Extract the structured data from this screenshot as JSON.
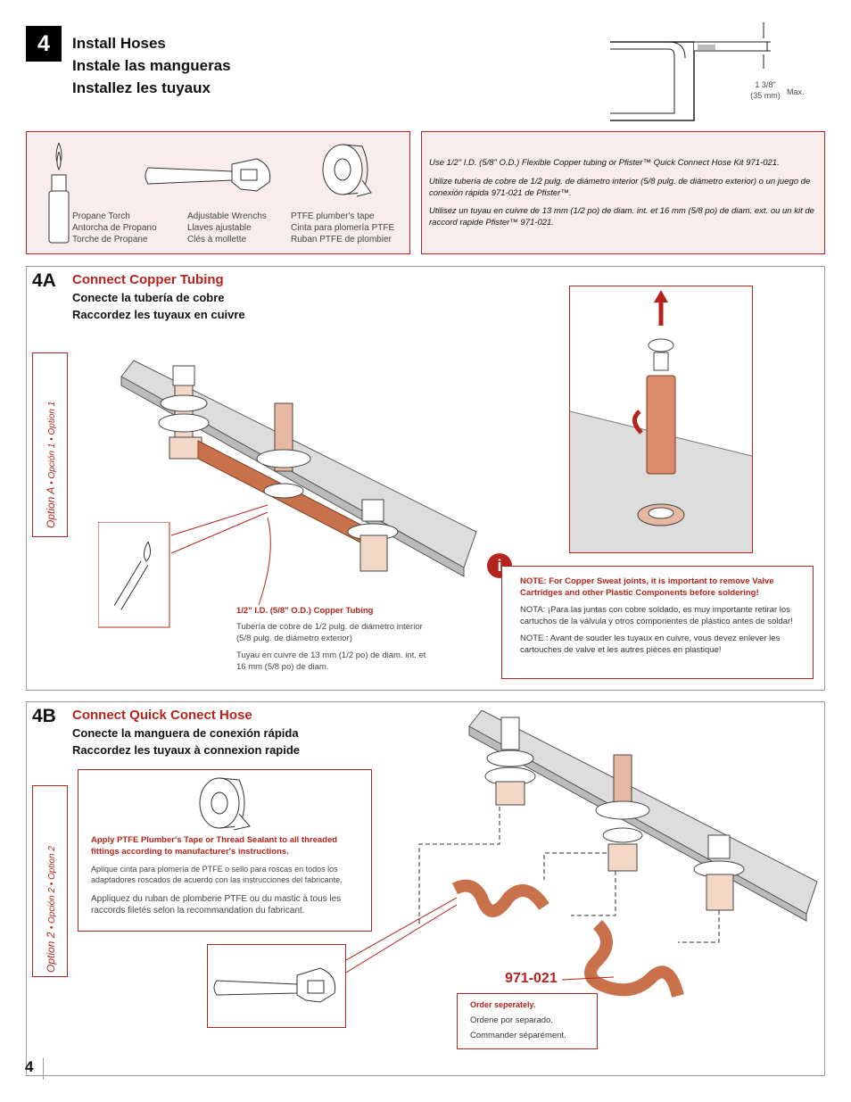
{
  "step": {
    "number": "4",
    "title_en": "Install Hoses",
    "title_es": "Instale las mangueras",
    "title_fr": "Installez les tuyaux"
  },
  "dimension": {
    "value": "1 3/8\"",
    "metric": "(35 mm)",
    "max": "Max."
  },
  "tools": [
    {
      "icon": "propane-torch-icon",
      "en": "Propane Torch",
      "es": "Antorcha de Propano",
      "fr": "Torche de Propane"
    },
    {
      "icon": "adjustable-wrench-icon",
      "en": "Adjustable Wrenchs",
      "es": "Llaves ajustable",
      "fr": "Clés à mollette"
    },
    {
      "icon": "ptfe-tape-icon",
      "en": "PTFE plumber's tape",
      "es": "Cinta para plomería PTFE",
      "fr": "Ruban PTFE de plombier"
    }
  ],
  "tubing_note": {
    "en": "Use 1/2\" I.D. (5/8\" O.D.) Flexible Copper tubing or  Pfister™ Quick Connect Hose Kit 971-021.",
    "es": "Utilize tubería de cobre de 1/2 pulg. de diámetro interior (5/8 pulg. de diámetro exterior) o un juego de conexión rápida 971-021 de Pfister™.",
    "fr": "Utilisez un tuyau en cuivre de 13 mm (1/2 po) de diam. int. et 16 mm (5/8 po) de diam. ext. ou un kit de raccord rapide Pfister™ 971-021."
  },
  "section_a": {
    "label": "4A",
    "title": "Connect Copper Tubing",
    "sub_es": "Conecte la tubería de cobre",
    "sub_fr": "Raccordez les tuyaux en cuivre",
    "option": "Option A",
    "option_small": "Opción 1 • Option 1",
    "tubing_label": "1/2\" I.D. (5/8\" O.D.) Copper Tubing",
    "tubing_es": "Tubería de cobre de 1/2 pulg. de diámetro interior (5/8 pulg. de diámetro exterior)",
    "tubing_fr": "Tuyau en cuivre de 13 mm (1/2 po) de diam. int. et 16 mm (5/8 po) de diam.",
    "warning_en": "NOTE: For Copper Sweat joints, it is important to remove Valve Cartridges and other Plastic Components before soldering!",
    "warning_es": "NOTA: ¡Para las juntas con cobre soldado, es muy importante retirar los cartuchos de la válvula y otros componentes de plástico antes de soldar!",
    "warning_fr": "NOTE : Avant de souder les tuyaux en cuivre, vous devez enlever les cartouches de valve et les autres pièces en plastique!"
  },
  "section_b": {
    "label": "4B",
    "title": "Connect Quick Conect Hose",
    "sub_es": "Conecte la manguera de conexión rápida",
    "sub_fr": "Raccordez les tuyaux à connexion rapide",
    "option": "Option 2",
    "option_small": "Opción 2 • Option 2",
    "tape_en": "Apply PTFE Plumber's Tape or Thread Sealant to all threaded fittings according to manufacturer's instructions.",
    "tape_es": "Aplique cinta para plomería de PTFE o sello para roscas en todos los adaptadores roscados de acuerdo con las instrucciones del fabricante.",
    "tape_fr": "Appliquez du ruban de plomberie PTFE ou du mastic à tous les raccords filetés selon la recommandation du fabricant.",
    "kit_number": "971-021",
    "order_en": "Order seperately.",
    "order_es": "Ordene por separado.",
    "order_fr": "Commander séparément."
  },
  "page_number": "4",
  "colors": {
    "accent": "#b5241c",
    "copper": "#c9714a",
    "panel": "#f8ecec"
  }
}
